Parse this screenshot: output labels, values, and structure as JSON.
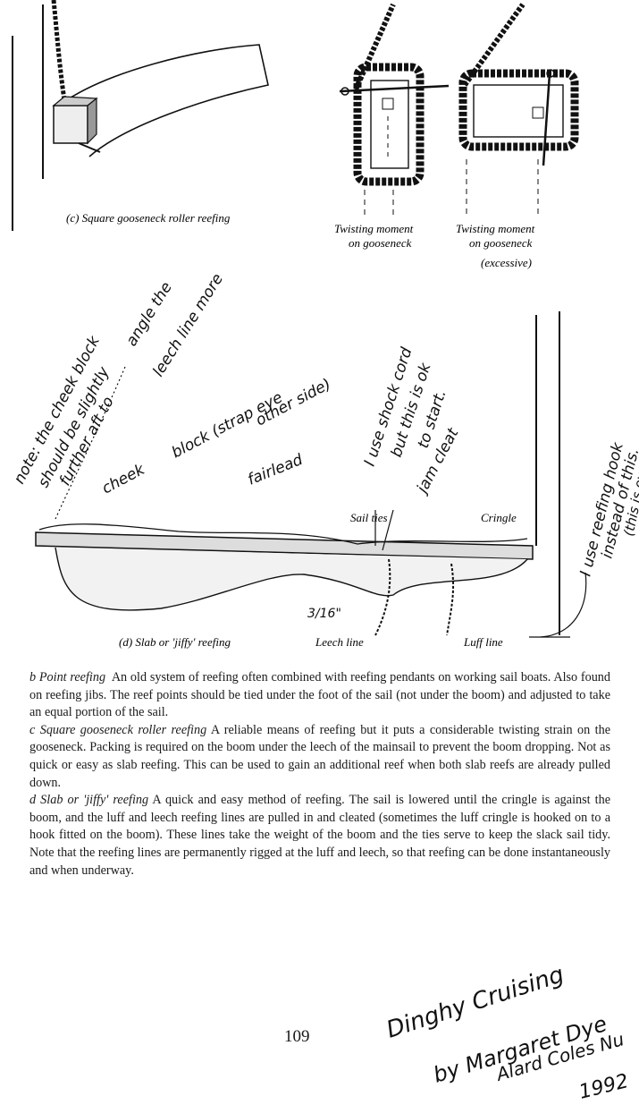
{
  "figures": {
    "c": {
      "caption": "(c)  Square gooseneck roller reefing"
    },
    "twist_left": {
      "line1": "Twisting moment",
      "line2": "on gooseneck"
    },
    "twist_right": {
      "line1": "Twisting moment",
      "line2": "on gooseneck",
      "line3": "(excessive)"
    },
    "d": {
      "caption": "(d)  Slab or 'jiffy' reefing",
      "labels": {
        "sail_ties": "Sail ties",
        "cringle": "Cringle",
        "leech_line": "Leech line",
        "luff_line": "Luff line"
      }
    }
  },
  "handwritten_notes": {
    "note_cheek_block_1": "note: the cheek block",
    "note_cheek_block_2": "should be slightly",
    "note_cheek_block_3": "further aft to",
    "note_cheek_block_4": "angle the",
    "note_cheek_block_5": "leech line more",
    "cheek_block_1": "cheek",
    "cheek_block_2": "block (strap eye",
    "cheek_block_3": "other side)",
    "fairlead": "fairlead",
    "shock_cord_1": "I use shock cord",
    "shock_cord_2": "but this is ok",
    "shock_cord_3": "to start.",
    "jam_cleat": "jam cleat",
    "size_note": "3/16\"",
    "reefing_hook_1": "I use reefing hook",
    "reefing_hook_2": "instead of this.",
    "reefing_hook_3": "(this is over kill)",
    "signature_1": "Dinghy Cruising",
    "signature_2": "by Margaret Dye",
    "signature_3": "Alard Coles Nu",
    "signature_4": "1992"
  },
  "body": {
    "b_term": "b Point reefing",
    "b_text": "An old system of reefing often combined with reefing pendants on working sail boats. Also found on reefing jibs. The reef points should be tied under the foot of the sail (not under the boom) and adjusted to take an equal portion of the sail.",
    "c_term": "c Square gooseneck roller reefing",
    "c_text": "A reliable means of reefing but it puts a considerable twisting strain on the gooseneck. Packing is required on the boom under the leech of the mainsail to prevent the boom dropping. Not as quick or easy as slab reefing. This can be used to gain an additional reef when both slab reefs are already pulled down.",
    "d_term": "d Slab or 'jiffy' reefing",
    "d_text": "A quick and easy method of reefing. The sail is lowered until the cringle is against the boom, and the luff and leech reefing lines are pulled in and cleated (sometimes the luff cringle is hooked on to a hook fitted on the boom). These lines take the weight of the boom and the ties serve to keep the slack sail tidy. Note that the reefing lines are permanently rigged at the luff and leech, so that reefing can be done instantaneously and when underway."
  },
  "page_number": "109"
}
